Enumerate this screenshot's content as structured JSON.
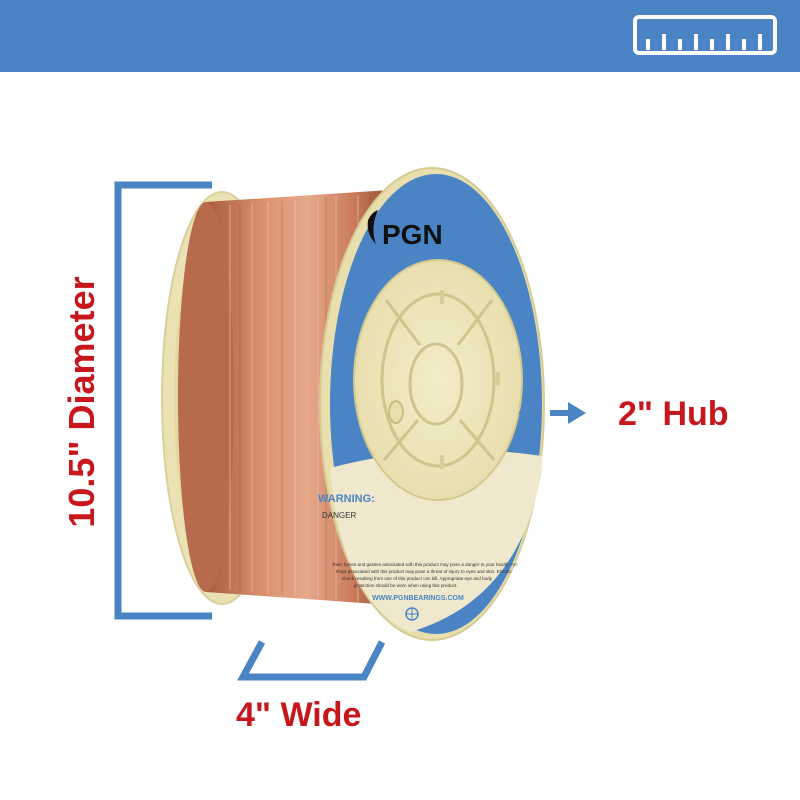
{
  "header": {
    "icon": "ruler-icon",
    "color": "#4a84c4"
  },
  "dimensions": {
    "diameter_label": "10.5\" Diameter",
    "hub_label": "2\" Hub",
    "width_label": "4\" Wide"
  },
  "spool": {
    "brand": "PGN",
    "warning_title": "WARNING:",
    "warning_sub": "DANGER",
    "warning_text": [
      "Toxic fumes and gasses associated with this product may pose a danger to your health. Arc",
      "Rays associated with this product may pose a threat of injury to eyes and skin. Electric",
      "shock resulting from use of this product can kill. Appropriate eye and body",
      "protection should be worn when using this product."
    ],
    "website": "WWW.PGNBEARINGS.COM"
  },
  "colors": {
    "accent_blue": "#4a84c4",
    "label_red": "#c8161d",
    "copper": "#c8775a",
    "flange": "#ebe2b4"
  }
}
